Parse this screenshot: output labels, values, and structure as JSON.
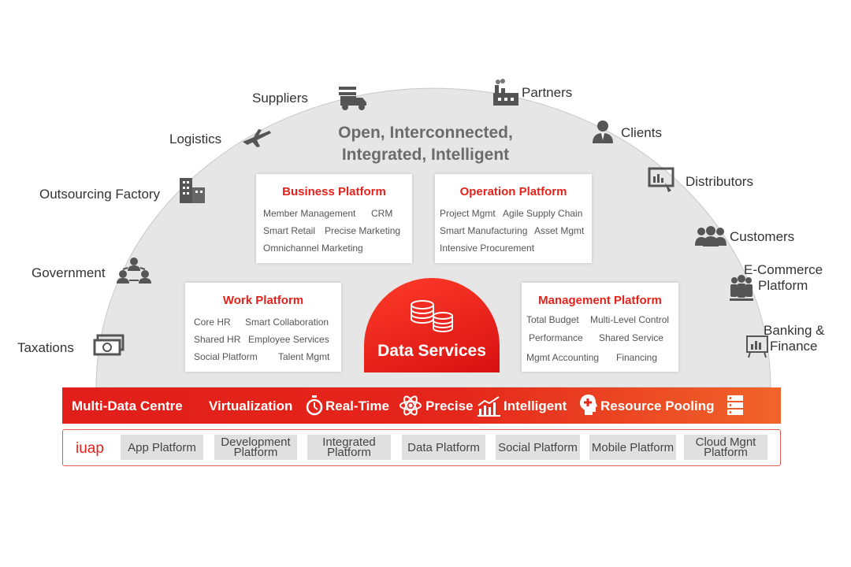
{
  "headline": {
    "line1": "Open, Interconnected,",
    "line2": "Integrated, Intelligent"
  },
  "stakeholders": [
    {
      "label": "Suppliers",
      "icon": "truck-icon"
    },
    {
      "label": "Partners",
      "icon": "factory-icon"
    },
    {
      "label": "Logistics",
      "icon": "airplane-icon"
    },
    {
      "label": "Clients",
      "icon": "person-icon"
    },
    {
      "label": "Outsourcing Factory",
      "icon": "building-icon"
    },
    {
      "label": "Distributors",
      "icon": "presentation-icon"
    },
    {
      "label": "Customers",
      "icon": "group-icon"
    },
    {
      "label": "Government",
      "icon": "network-people-icon"
    },
    {
      "label": "E-Commerce",
      "label2": "Platform",
      "icon": "crowd-icon"
    },
    {
      "label": "Taxations",
      "icon": "money-icon"
    },
    {
      "label": "Banking &",
      "label2": "Finance",
      "icon": "chart-board-icon"
    }
  ],
  "cards": {
    "business": {
      "title": "Business Platform",
      "items": [
        "Member Management",
        "CRM",
        "Smart Retail",
        "Precise Marketing",
        "Omnichannel Marketing"
      ]
    },
    "operation": {
      "title": "Operation Platform",
      "items": [
        "Project Mgmt",
        "Agile Supply Chain",
        "Smart Manufacturing",
        "Asset Mgmt",
        "Intensive Procurement"
      ]
    },
    "work": {
      "title": "Work Platform",
      "items": [
        "Core HR",
        "Smart Collaboration",
        "Shared HR",
        "Employee Services",
        "Social Platform",
        "Talent Mgmt"
      ]
    },
    "management": {
      "title": "Management Platform",
      "items": [
        "Total Budget",
        "Multi-Level Control",
        "Performance",
        "Shared Service",
        "Mgmt Accounting",
        "Financing"
      ]
    }
  },
  "data_services": {
    "label": "Data Services",
    "icon": "database-icon"
  },
  "band": {
    "items": [
      "Multi-Data Centre",
      "Virtualization",
      "Real-Time",
      "Precise",
      "Intelligent",
      "Resource Pooling"
    ],
    "icons": [
      "stopwatch-icon",
      "atom-icon",
      "bar-chart-icon",
      "brain-icon",
      "server-icon"
    ]
  },
  "iuap": {
    "label": "iuap",
    "platforms": [
      {
        "l1": "App Platform",
        "l2": ""
      },
      {
        "l1": "Development",
        "l2": "Platform"
      },
      {
        "l1": "Integrated",
        "l2": "Platform"
      },
      {
        "l1": "Data Platform",
        "l2": ""
      },
      {
        "l1": "Social Platform",
        "l2": ""
      },
      {
        "l1": "Mobile Platform",
        "l2": ""
      },
      {
        "l1": "Cloud Mgnt",
        "l2": "Platform"
      }
    ]
  },
  "colors": {
    "accent": "#e3231b",
    "dome": "#e6e6e6",
    "band_start": "#e11e1a",
    "band_end": "#f0652a",
    "text": "#333333"
  }
}
